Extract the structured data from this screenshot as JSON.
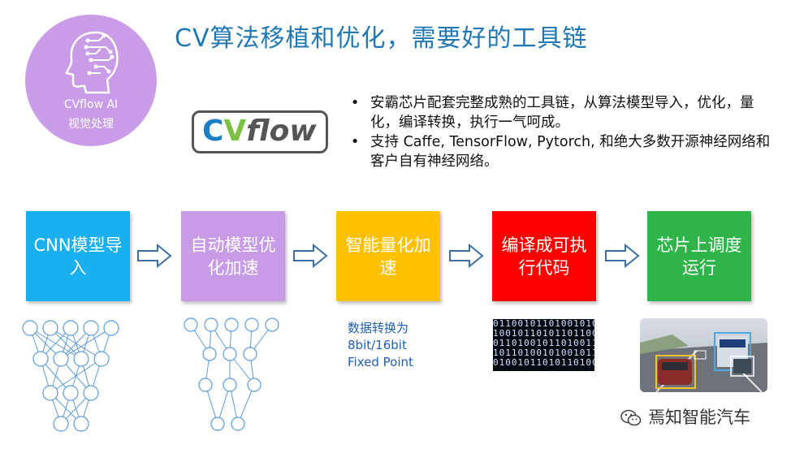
{
  "badge": {
    "line1": "CVflow AI",
    "line2": "视觉处理"
  },
  "title": "CV算法移植和优化，需要好的工具链",
  "logo": {
    "c": "C",
    "v": "V",
    "rest": "flow"
  },
  "bullets": [
    "安霸芯片配套完整成熟的工具链，从算法模型导入，优化，量化，编译转换，执行一气呵成。",
    "支持 Caffe, TensorFlow,  Pytorch, 和绝大多数开源神经网络和客户自有神经网络。"
  ],
  "bullet_symbol": "•",
  "steps": [
    {
      "text": "CNN模型导入",
      "color": "#1ab0ef"
    },
    {
      "text": "自动模型优化加速",
      "color": "#c89be6"
    },
    {
      "text": "智能量化加速",
      "color": "#ffc000"
    },
    {
      "text": "编译成可执行代码",
      "color": "#ff0000"
    },
    {
      "text": "芯片上调度运行",
      "color": "#2fb44a"
    }
  ],
  "note": [
    "数据转换为",
    "8bit/16bit",
    "Fixed Point"
  ],
  "binary_lines": [
    "01100101101001010",
    "10010110101101100",
    "01101001011010011",
    "10110100101001011",
    "01001011010110100"
  ],
  "watermark": "焉知智能汽车"
}
